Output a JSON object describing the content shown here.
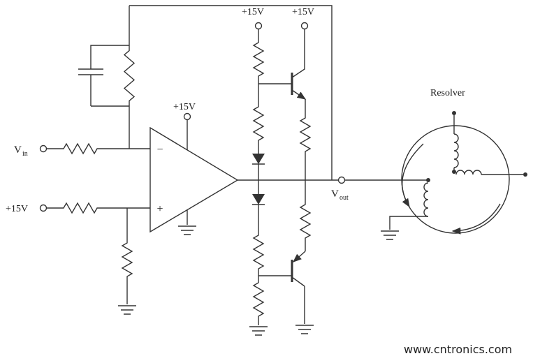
{
  "colors": {
    "line": "#333333",
    "watermark": "#a8d06a",
    "background": "#ffffff"
  },
  "labels": {
    "v_in": {
      "main": "V",
      "sub": "in"
    },
    "v_out": {
      "main": "V",
      "sub": "out"
    },
    "supply_bias_input": "+15V",
    "supply_opamp": "+15V",
    "supply_diode_branch": "+15V",
    "supply_output_stage": "+15V",
    "opamp_minus": "−",
    "opamp_plus": "+",
    "resolver_title": "Resolver",
    "watermark": "www.cntronics.com"
  }
}
